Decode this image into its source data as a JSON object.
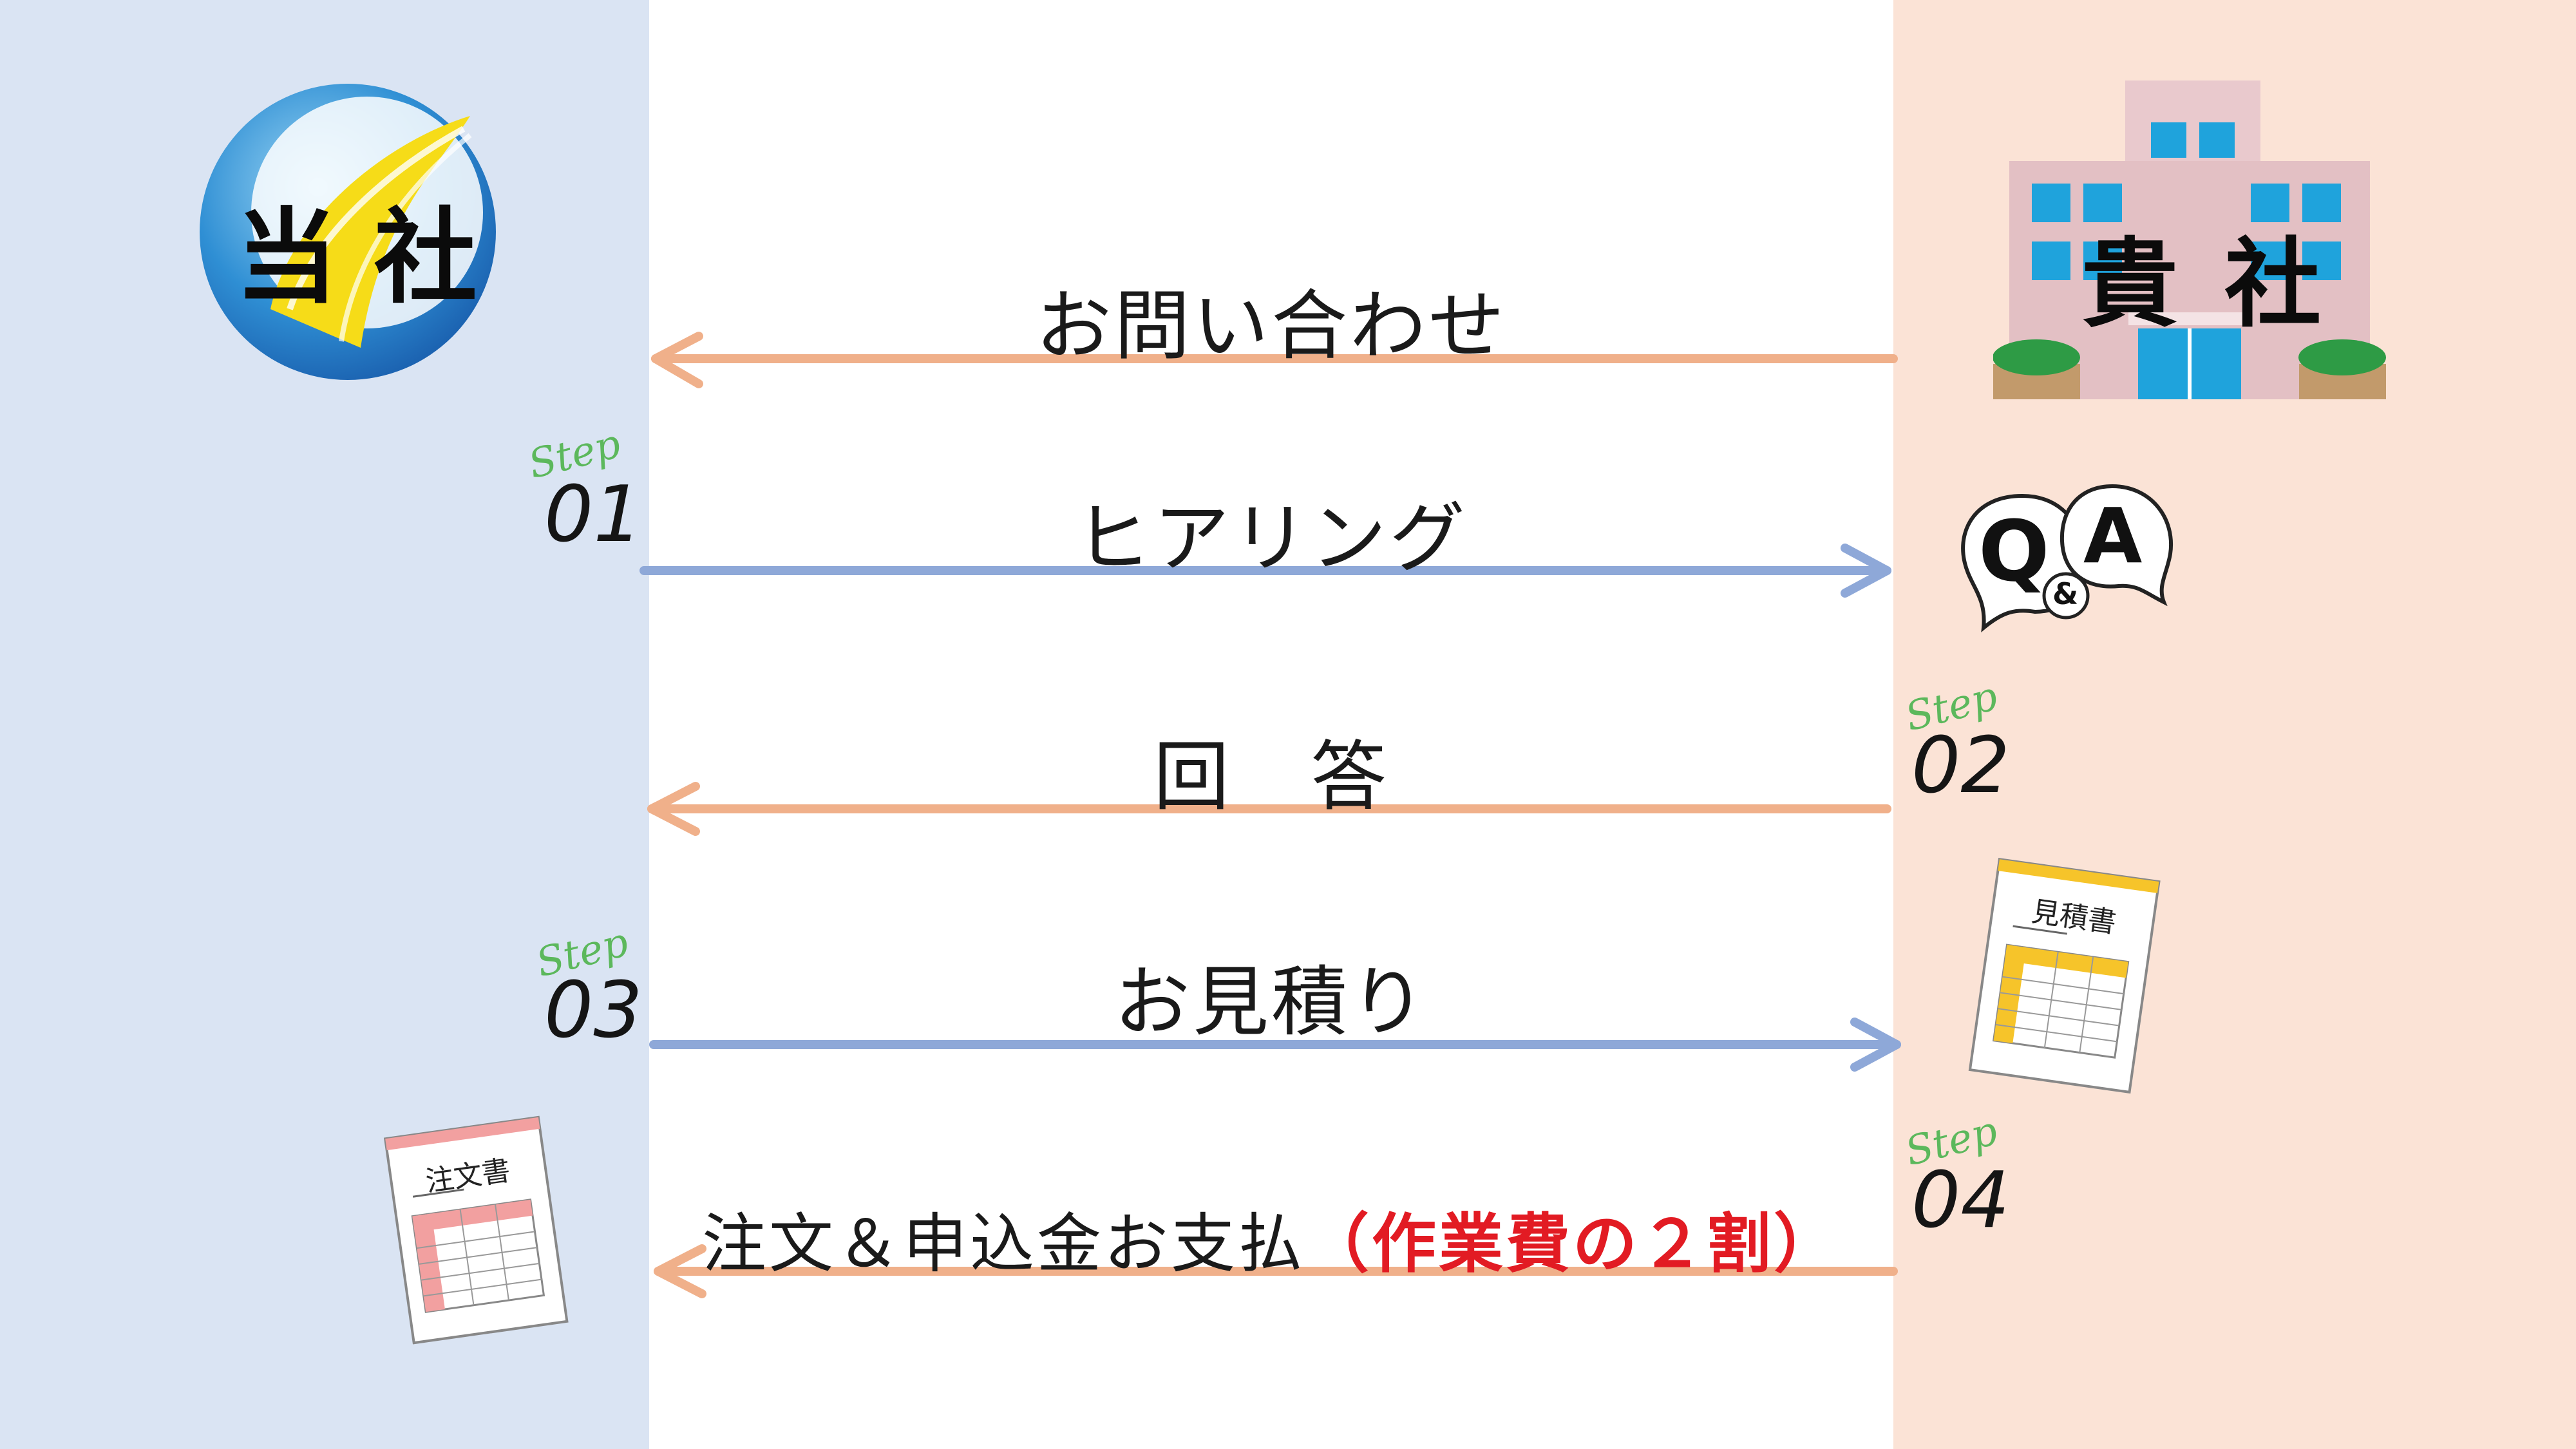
{
  "parties": {
    "left_label": "当 社",
    "right_label": "貴 社"
  },
  "flows": [
    {
      "label": "お問い合わせ",
      "direction": "to-left"
    },
    {
      "label": "ヒアリング",
      "direction": "to-right"
    },
    {
      "label": "回　答",
      "direction": "to-left"
    },
    {
      "label": "お見積り",
      "direction": "to-right"
    },
    {
      "label": "注文＆申込金お支払",
      "accent": "（作業費の２割）",
      "direction": "to-left"
    }
  ],
  "steps": [
    {
      "tag": "Step",
      "number": "01"
    },
    {
      "tag": "Step",
      "number": "02"
    },
    {
      "tag": "Step",
      "number": "03"
    },
    {
      "tag": "Step",
      "number": "04"
    }
  ],
  "qa_icon": {
    "q": "Q",
    "amp": "&",
    "a": "A"
  },
  "documents": {
    "estimate_title": "見積書",
    "order_title": "注文書"
  },
  "colors": {
    "left_bg": "#dae4f3",
    "right_bg": "#fbe3d6",
    "arrow_left": "#f0b08a",
    "arrow_right": "#8ea8d8",
    "accent_text": "#e21b23",
    "step_tag": "#5cb85c"
  },
  "icons": [
    "company-logo-icon",
    "building-icon",
    "qa-bubbles-icon",
    "estimate-document-icon",
    "order-document-icon"
  ]
}
